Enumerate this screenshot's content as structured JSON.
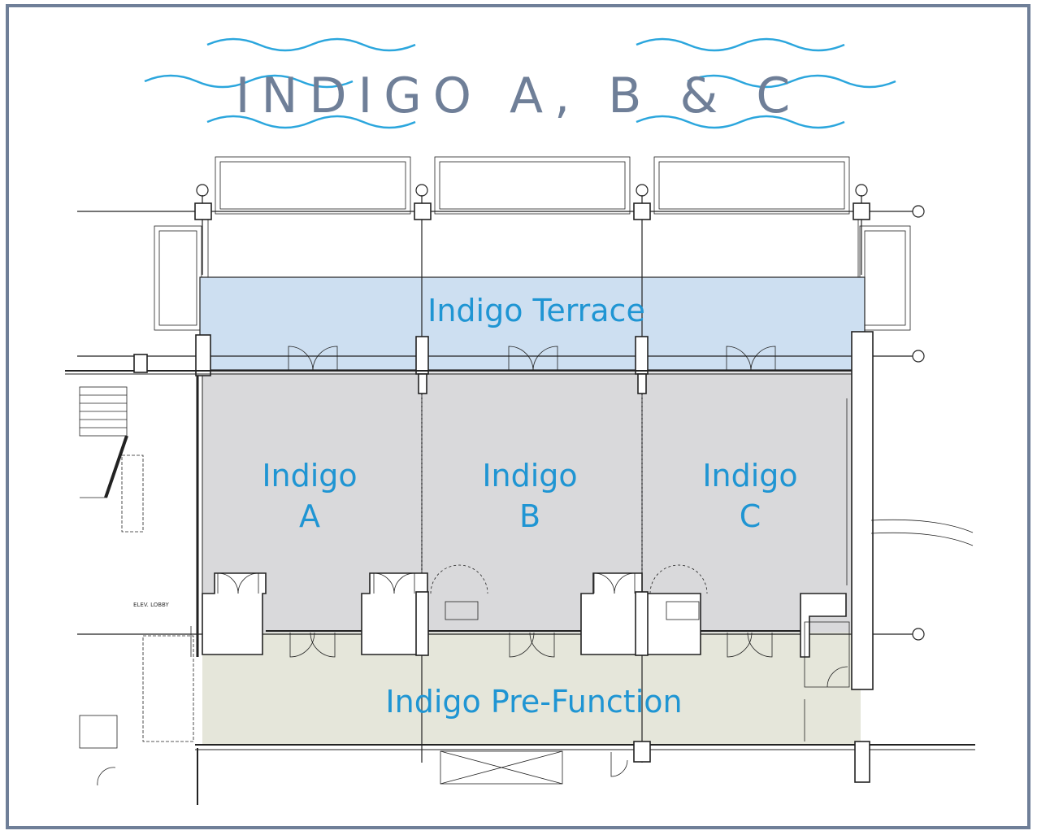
{
  "title": "INDIGO A, B & C",
  "rooms": {
    "terrace": "Indigo Terrace",
    "a": {
      "line1": "Indigo",
      "line2": "A"
    },
    "b": {
      "line1": "Indigo",
      "line2": "B"
    },
    "c": {
      "line1": "Indigo",
      "line2": "C"
    },
    "prefunction": "Indigo Pre-Function"
  },
  "labels": {
    "elev_lobby": "ELEV. LOBBY"
  },
  "colors": {
    "frame_border": "#6f7f98",
    "title": "#6f7f98",
    "room_text": "#1f95d3",
    "waves": "#2ba6dd",
    "terrace_fill": "#cddff1",
    "room_fill": "#d9d9db",
    "prefunction_fill": "#e5e6da"
  }
}
